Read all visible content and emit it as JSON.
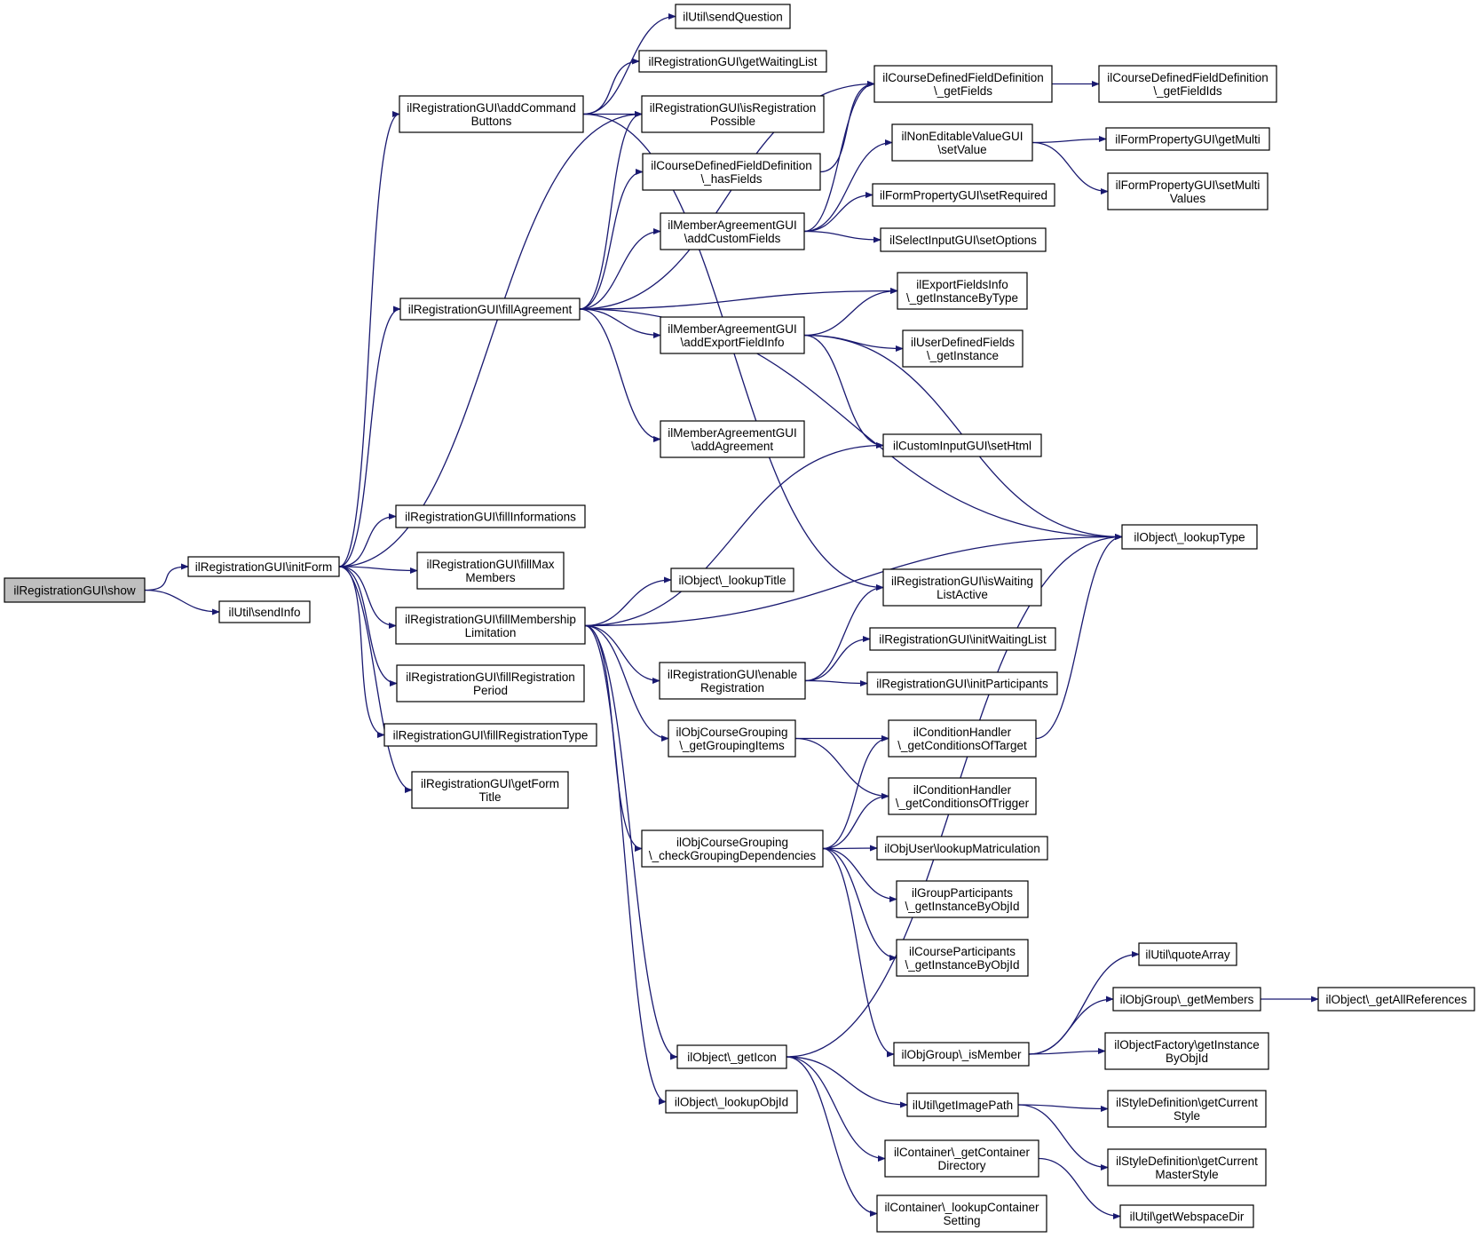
{
  "style": {
    "edge_color": "#191970",
    "root_fill": "#bfbfbf",
    "node_fill": "#ffffff",
    "node_border": "#000000"
  },
  "nodes": [
    {
      "id": "show",
      "lines": [
        "ilRegistrationGUI\\show"
      ],
      "root": true
    },
    {
      "id": "initForm",
      "lines": [
        "ilRegistrationGUI\\initForm"
      ]
    },
    {
      "id": "sendInfo",
      "lines": [
        "ilUtil\\sendInfo"
      ]
    },
    {
      "id": "addCommandButtons",
      "lines": [
        "ilRegistrationGUI\\addCommand",
        "Buttons"
      ]
    },
    {
      "id": "sendQuestion",
      "lines": [
        "ilUtil\\sendQuestion"
      ]
    },
    {
      "id": "getWaitingList",
      "lines": [
        "ilRegistrationGUI\\getWaitingList"
      ]
    },
    {
      "id": "isRegistrationPossible",
      "lines": [
        "ilRegistrationGUI\\isRegistration",
        "Possible"
      ]
    },
    {
      "id": "hasFields",
      "lines": [
        "ilCourseDefinedFieldDefinition",
        "\\_hasFields"
      ]
    },
    {
      "id": "cdfGetFields",
      "lines": [
        "ilCourseDefinedFieldDefinition",
        "\\_getFields"
      ]
    },
    {
      "id": "cdfGetFieldIds",
      "lines": [
        "ilCourseDefinedFieldDefinition",
        "\\_getFieldIds"
      ]
    },
    {
      "id": "nevSetValue",
      "lines": [
        "ilNonEditableValueGUI",
        "\\setValue"
      ]
    },
    {
      "id": "getMulti",
      "lines": [
        "ilFormPropertyGUI\\getMulti"
      ]
    },
    {
      "id": "setMultiValues",
      "lines": [
        "ilFormPropertyGUI\\setMulti",
        "Values"
      ]
    },
    {
      "id": "addCustomFields",
      "lines": [
        "ilMemberAgreementGUI",
        "\\addCustomFields"
      ]
    },
    {
      "id": "setRequired",
      "lines": [
        "ilFormPropertyGUI\\setRequired"
      ]
    },
    {
      "id": "setOptions",
      "lines": [
        "ilSelectInputGUI\\setOptions"
      ]
    },
    {
      "id": "fillAgreement",
      "lines": [
        "ilRegistrationGUI\\fillAgreement"
      ]
    },
    {
      "id": "getInstanceByType",
      "lines": [
        "ilExportFieldsInfo",
        "\\_getInstanceByType"
      ]
    },
    {
      "id": "addExportFieldInfo",
      "lines": [
        "ilMemberAgreementGUI",
        "\\addExportFieldInfo"
      ]
    },
    {
      "id": "udfGetInstance",
      "lines": [
        "ilUserDefinedFields",
        "\\_getInstance"
      ]
    },
    {
      "id": "addAgreement",
      "lines": [
        "ilMemberAgreementGUI",
        "\\addAgreement"
      ]
    },
    {
      "id": "setHtml",
      "lines": [
        "ilCustomInputGUI\\setHtml"
      ]
    },
    {
      "id": "lookupType",
      "lines": [
        "ilObject\\_lookupType"
      ]
    },
    {
      "id": "fillInformations",
      "lines": [
        "ilRegistrationGUI\\fillInformations"
      ]
    },
    {
      "id": "fillMaxMembers",
      "lines": [
        "ilRegistrationGUI\\fillMax",
        "Members"
      ]
    },
    {
      "id": "lookupTitle",
      "lines": [
        "ilObject\\_lookupTitle"
      ]
    },
    {
      "id": "isWaitingListActive",
      "lines": [
        "ilRegistrationGUI\\isWaiting",
        "ListActive"
      ]
    },
    {
      "id": "fillMembershipLimitation",
      "lines": [
        "ilRegistrationGUI\\fillMembership",
        "Limitation"
      ]
    },
    {
      "id": "initWaitingList",
      "lines": [
        "ilRegistrationGUI\\initWaitingList"
      ]
    },
    {
      "id": "enableRegistration",
      "lines": [
        "ilRegistrationGUI\\enable",
        "Registration"
      ]
    },
    {
      "id": "initParticipants",
      "lines": [
        "ilRegistrationGUI\\initParticipants"
      ]
    },
    {
      "id": "fillRegistrationPeriod",
      "lines": [
        "ilRegistrationGUI\\fillRegistration",
        "Period"
      ]
    },
    {
      "id": "fillRegistrationType",
      "lines": [
        "ilRegistrationGUI\\fillRegistrationType"
      ]
    },
    {
      "id": "getGroupingItems",
      "lines": [
        "ilObjCourseGrouping",
        "\\_getGroupingItems"
      ]
    },
    {
      "id": "getConditionsOfTarget",
      "lines": [
        "ilConditionHandler",
        "\\_getConditionsOfTarget"
      ]
    },
    {
      "id": "getFormTitle",
      "lines": [
        "ilRegistrationGUI\\getForm",
        "Title"
      ]
    },
    {
      "id": "getConditionsOfTrigger",
      "lines": [
        "ilConditionHandler",
        "\\_getConditionsOfTrigger"
      ]
    },
    {
      "id": "checkGroupingDependencies",
      "lines": [
        "ilObjCourseGrouping",
        "\\_checkGroupingDependencies"
      ]
    },
    {
      "id": "lookupMatriculation",
      "lines": [
        "ilObjUser\\lookupMatriculation"
      ]
    },
    {
      "id": "groupGetInstanceByObjId",
      "lines": [
        "ilGroupParticipants",
        "\\_getInstanceByObjId"
      ]
    },
    {
      "id": "courseGetInstanceByObjId",
      "lines": [
        "ilCourseParticipants",
        "\\_getInstanceByObjId"
      ]
    },
    {
      "id": "quoteArray",
      "lines": [
        "ilUtil\\quoteArray"
      ]
    },
    {
      "id": "getMembers",
      "lines": [
        "ilObjGroup\\_getMembers"
      ]
    },
    {
      "id": "getAllReferences",
      "lines": [
        "ilObject\\_getAllReferences"
      ]
    },
    {
      "id": "getInstanceByObjId",
      "lines": [
        "ilObjectFactory\\getInstance",
        "ByObjId"
      ]
    },
    {
      "id": "getIcon",
      "lines": [
        "ilObject\\_getIcon"
      ]
    },
    {
      "id": "isMember",
      "lines": [
        "ilObjGroup\\_isMember"
      ]
    },
    {
      "id": "lookupObjId",
      "lines": [
        "ilObject\\_lookupObjId"
      ]
    },
    {
      "id": "getImagePath",
      "lines": [
        "ilUtil\\getImagePath"
      ]
    },
    {
      "id": "getCurrentStyle",
      "lines": [
        "ilStyleDefinition\\getCurrent",
        "Style"
      ]
    },
    {
      "id": "getContainerDirectory",
      "lines": [
        "ilContainer\\_getContainer",
        "Directory"
      ]
    },
    {
      "id": "getCurrentMasterStyle",
      "lines": [
        "ilStyleDefinition\\getCurrent",
        "MasterStyle"
      ]
    },
    {
      "id": "lookupContainerSetting",
      "lines": [
        "ilContainer\\_lookupContainer",
        "Setting"
      ]
    },
    {
      "id": "getWebspaceDir",
      "lines": [
        "ilUtil\\getWebspaceDir"
      ]
    }
  ],
  "edges": [
    [
      "show",
      "initForm"
    ],
    [
      "show",
      "sendInfo"
    ],
    [
      "initForm",
      "addCommandButtons"
    ],
    [
      "initForm",
      "isRegistrationPossible"
    ],
    [
      "initForm",
      "fillAgreement"
    ],
    [
      "initForm",
      "fillInformations"
    ],
    [
      "initForm",
      "fillMaxMembers"
    ],
    [
      "initForm",
      "fillMembershipLimitation"
    ],
    [
      "initForm",
      "fillRegistrationPeriod"
    ],
    [
      "initForm",
      "fillRegistrationType"
    ],
    [
      "initForm",
      "getFormTitle"
    ],
    [
      "addCommandButtons",
      "sendQuestion"
    ],
    [
      "addCommandButtons",
      "getWaitingList"
    ],
    [
      "addCommandButtons",
      "isRegistrationPossible"
    ],
    [
      "addCommandButtons",
      "isWaitingListActive"
    ],
    [
      "fillAgreement",
      "isRegistrationPossible"
    ],
    [
      "fillAgreement",
      "hasFields"
    ],
    [
      "fillAgreement",
      "cdfGetFields"
    ],
    [
      "fillAgreement",
      "addCustomFields"
    ],
    [
      "fillAgreement",
      "getInstanceByType"
    ],
    [
      "fillAgreement",
      "addExportFieldInfo"
    ],
    [
      "fillAgreement",
      "addAgreement"
    ],
    [
      "fillAgreement",
      "lookupType"
    ],
    [
      "hasFields",
      "cdfGetFields"
    ],
    [
      "cdfGetFields",
      "cdfGetFieldIds"
    ],
    [
      "addCustomFields",
      "cdfGetFields"
    ],
    [
      "addCustomFields",
      "nevSetValue"
    ],
    [
      "addCustomFields",
      "setRequired"
    ],
    [
      "addCustomFields",
      "setOptions"
    ],
    [
      "nevSetValue",
      "getMulti"
    ],
    [
      "nevSetValue",
      "setMultiValues"
    ],
    [
      "addExportFieldInfo",
      "getInstanceByType"
    ],
    [
      "addExportFieldInfo",
      "udfGetInstance"
    ],
    [
      "addExportFieldInfo",
      "setHtml"
    ],
    [
      "addExportFieldInfo",
      "lookupType"
    ],
    [
      "fillMembershipLimitation",
      "setHtml"
    ],
    [
      "fillMembershipLimitation",
      "lookupTitle"
    ],
    [
      "fillMembershipLimitation",
      "lookupType"
    ],
    [
      "fillMembershipLimitation",
      "enableRegistration"
    ],
    [
      "fillMembershipLimitation",
      "getGroupingItems"
    ],
    [
      "fillMembershipLimitation",
      "checkGroupingDependencies"
    ],
    [
      "fillMembershipLimitation",
      "getIcon"
    ],
    [
      "fillMembershipLimitation",
      "lookupObjId"
    ],
    [
      "enableRegistration",
      "isWaitingListActive"
    ],
    [
      "enableRegistration",
      "initWaitingList"
    ],
    [
      "enableRegistration",
      "initParticipants"
    ],
    [
      "getGroupingItems",
      "getConditionsOfTarget"
    ],
    [
      "getGroupingItems",
      "getConditionsOfTrigger"
    ],
    [
      "getConditionsOfTarget",
      "lookupType"
    ],
    [
      "checkGroupingDependencies",
      "getConditionsOfTarget"
    ],
    [
      "checkGroupingDependencies",
      "getConditionsOfTrigger"
    ],
    [
      "checkGroupingDependencies",
      "lookupMatriculation"
    ],
    [
      "checkGroupingDependencies",
      "groupGetInstanceByObjId"
    ],
    [
      "checkGroupingDependencies",
      "courseGetInstanceByObjId"
    ],
    [
      "checkGroupingDependencies",
      "isMember"
    ],
    [
      "isMember",
      "quoteArray"
    ],
    [
      "isMember",
      "getMembers"
    ],
    [
      "isMember",
      "getInstanceByObjId"
    ],
    [
      "getMembers",
      "getAllReferences"
    ],
    [
      "getIcon",
      "lookupType"
    ],
    [
      "getIcon",
      "getImagePath"
    ],
    [
      "getIcon",
      "getContainerDirectory"
    ],
    [
      "getIcon",
      "lookupContainerSetting"
    ],
    [
      "getImagePath",
      "getCurrentStyle"
    ],
    [
      "getImagePath",
      "getCurrentMasterStyle"
    ],
    [
      "getContainerDirectory",
      "getWebspaceDir"
    ]
  ]
}
